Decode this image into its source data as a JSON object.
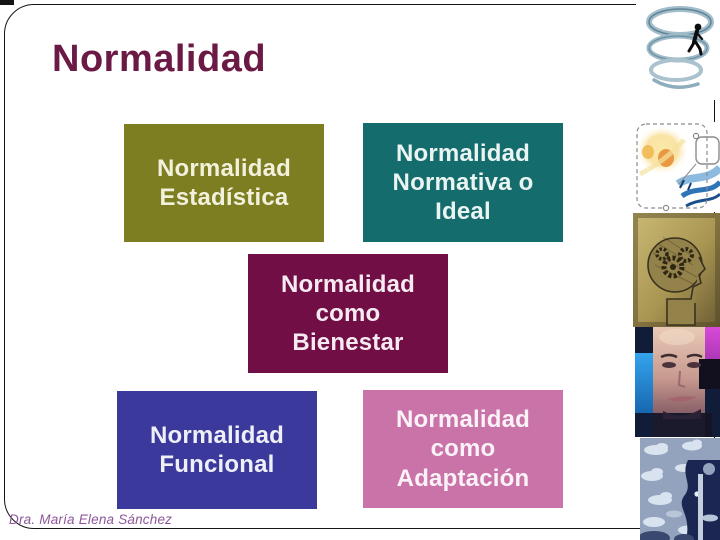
{
  "slide": {
    "title": "Normalidad",
    "footer": "Dra. María Elena Sánchez"
  },
  "boxes": [
    {
      "id": "estadistica",
      "label": "Normalidad\nEstadística",
      "color": "#7d7e22",
      "text_color": "#f2f1dc"
    },
    {
      "id": "normativa",
      "label": "Normalidad\nNormativa o\nIdeal",
      "color": "#156c6d",
      "text_color": "#eaf4f2"
    },
    {
      "id": "bienestar",
      "label": "Normalidad\ncomo\nBienestar",
      "color": "#700e45",
      "text_color": "#f6eaf1"
    },
    {
      "id": "funcional",
      "label": "Normalidad\nFuncional",
      "color": "#3b3a9c",
      "text_color": "#efeff8"
    },
    {
      "id": "adaptacion",
      "label": "Normalidad\ncomo\nAdaptación",
      "color": "#c973a9",
      "text_color": "#fbf2f7"
    }
  ],
  "colors": {
    "title": "#6b1a45",
    "footer": "#8e569b",
    "frame_border": "#141414"
  },
  "images": [
    {
      "name": "spiral-walker-image"
    },
    {
      "name": "idea-abstract-image"
    },
    {
      "name": "gears-head-image"
    },
    {
      "name": "face-collage-image"
    },
    {
      "name": "cloud-profile-image"
    }
  ]
}
